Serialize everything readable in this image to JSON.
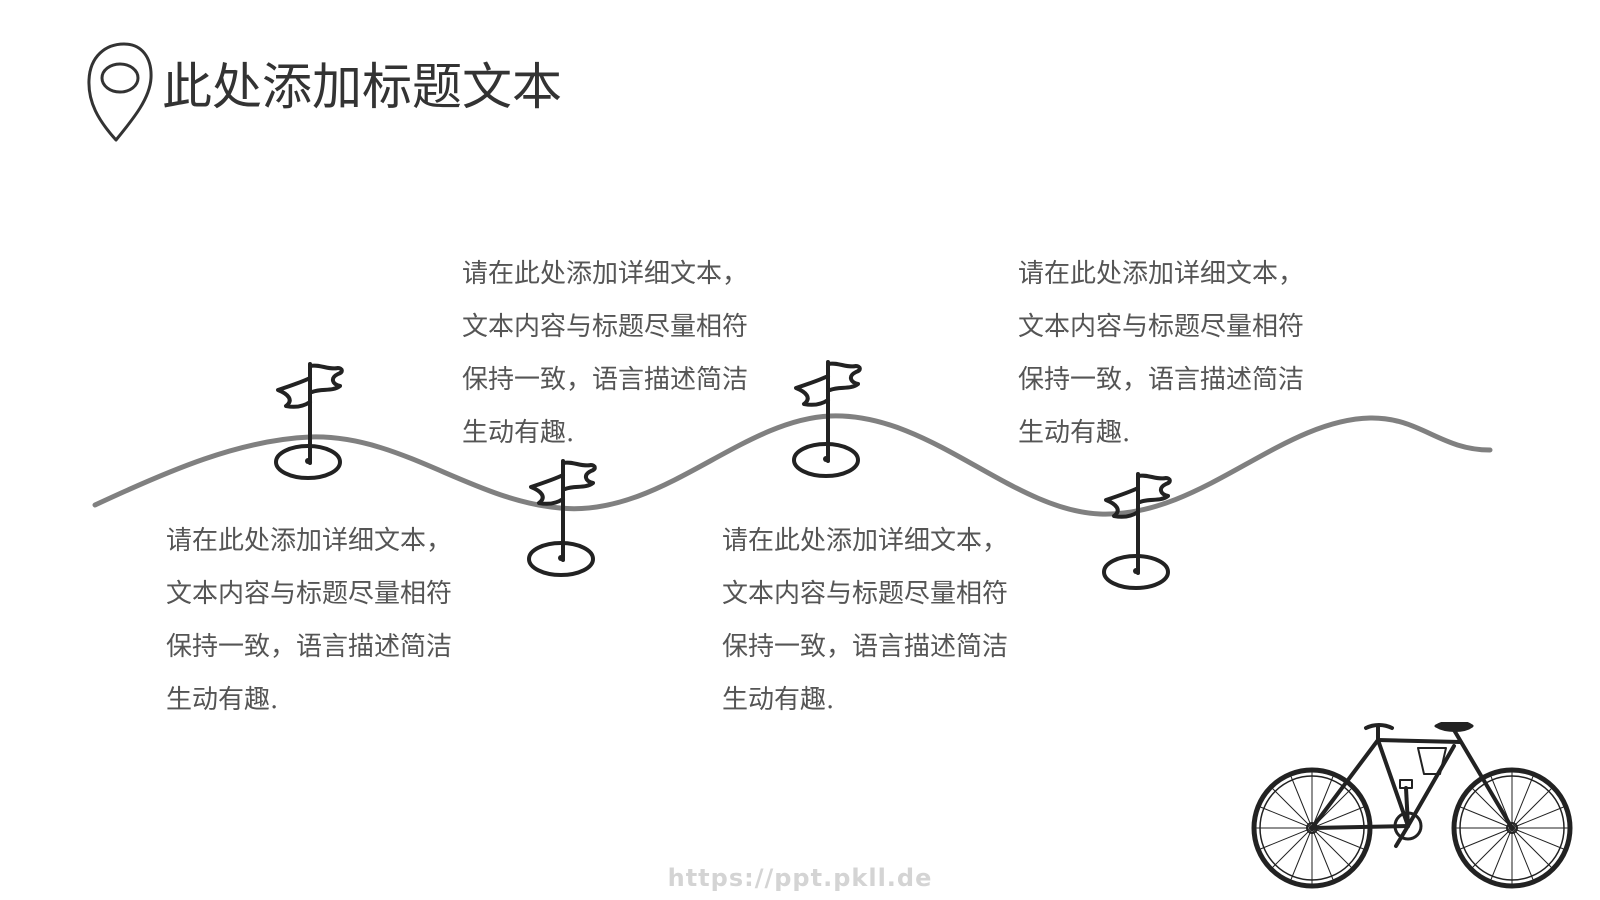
{
  "slide": {
    "title": "此处添加标题文本",
    "icons": {
      "title_marker": "location-pin-icon",
      "milestone": "flag-icon",
      "decoration": "bicycle-icon"
    },
    "colors": {
      "curve": "#808080",
      "ink": "#222222",
      "text": "#555555"
    },
    "blocks": [
      {
        "lines": [
          "请在此处添加详细文本，",
          "文本内容与标题尽量相符",
          "保持一致，语言描述简洁",
          "生动有趣."
        ]
      },
      {
        "lines": [
          "请在此处添加详细文本，",
          "文本内容与标题尽量相符",
          "保持一致，语言描述简洁",
          "生动有趣."
        ]
      },
      {
        "lines": [
          "请在此处添加详细文本，",
          "文本内容与标题尽量相符",
          "保持一致，语言描述简洁",
          "生动有趣."
        ]
      },
      {
        "lines": [
          "请在此处添加详细文本，",
          "文本内容与标题尽量相符",
          "保持一致，语言描述简洁",
          "生动有趣."
        ]
      }
    ],
    "watermark": "https://ppt.pkll.de"
  }
}
